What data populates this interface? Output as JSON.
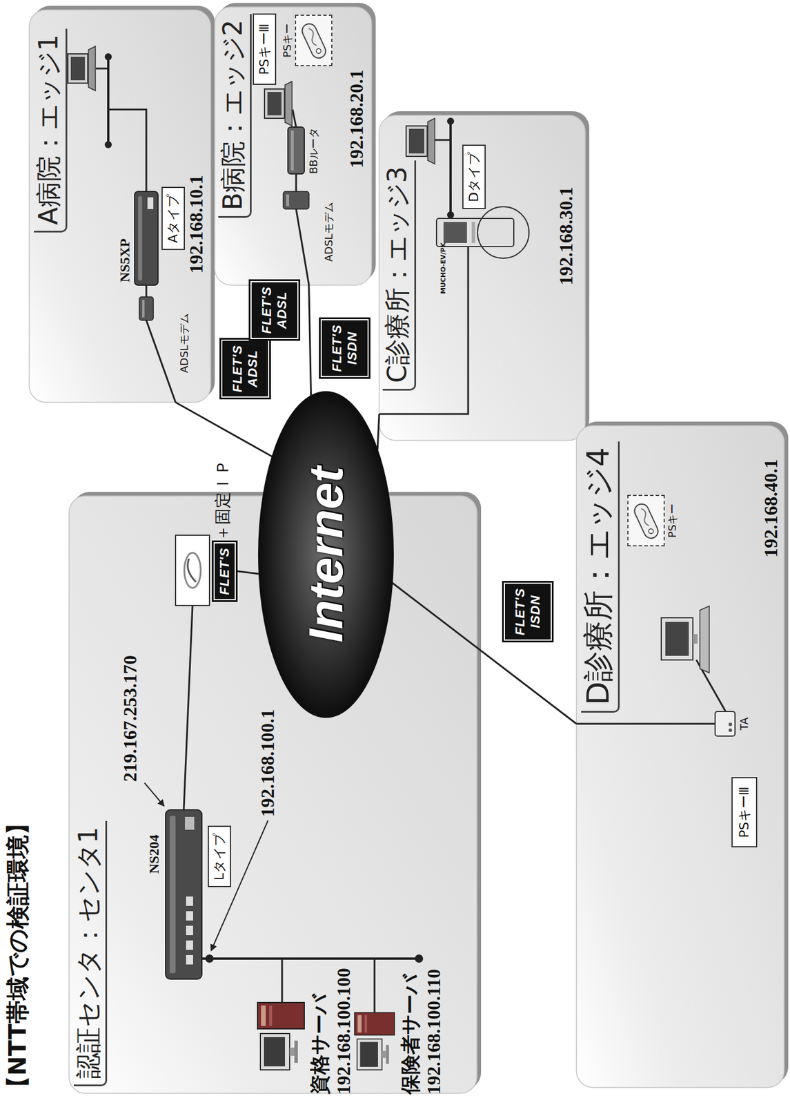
{
  "diagram": {
    "title": "【NTT帯域での検証環境】",
    "nodes": [
      {
        "text": [
          "認証センタ：センタ1"
        ]
      },
      {
        "text": [
          "Lタイプ"
        ],
        "in": 0
      },
      {
        "text": [
          "FLET'S"
        ],
        "in": 0
      },
      {
        "text": [
          "Internet"
        ]
      },
      {
        "text": [
          "A病院：エッジ1"
        ]
      },
      {
        "text": [
          "Aタイプ"
        ],
        "in": 4
      },
      {
        "text": [
          "FLET'S",
          "ADSL"
        ]
      },
      {
        "text": [
          "B病院：エッジ2"
        ]
      },
      {
        "text": [
          "PSキーⅢ"
        ],
        "in": 7
      },
      {
        "text": [
          "PSキー"
        ],
        "in": 7
      },
      {
        "text": [
          "FLET'S",
          "ADSL"
        ]
      },
      {
        "text": [
          "C診療所：エッジ3"
        ]
      },
      {
        "text": [
          "Dタイプ"
        ],
        "in": 11
      },
      {
        "text": [
          "FLET'S",
          "ISDN"
        ]
      },
      {
        "text": [
          "D診療所：エッジ4"
        ]
      },
      {
        "text": [
          "PSキー"
        ],
        "in": 14
      },
      {
        "text": [
          "PSキーⅢ"
        ],
        "in": 14
      },
      {
        "text": [
          "FLET'S",
          "ISDN"
        ]
      }
    ],
    "edges": [
      {
        "from": 2,
        "to": 3,
        "arrow": "none"
      },
      {
        "from": 4,
        "to": 3,
        "arrow": "none"
      },
      {
        "from": 7,
        "to": 3,
        "arrow": "none"
      },
      {
        "from": 11,
        "to": 3,
        "arrow": "none"
      },
      {
        "from": 14,
        "to": 3,
        "arrow": "none"
      }
    ],
    "labels": [
      "NS204",
      "219.167.253.170",
      "＋固定ＩＰ",
      "192.168.100.1",
      "資格サーバ",
      "192.168.100.100",
      "保険者サーバ",
      "192.168.100.110",
      "NS5XP",
      "ADSLモデム",
      "192.168.10.1",
      "BBルータ",
      "ADSLモデム",
      "192.168.20.1",
      "MUCHO-EV/PK",
      "192.168.30.1",
      "TA",
      "192.168.40.1"
    ]
  }
}
